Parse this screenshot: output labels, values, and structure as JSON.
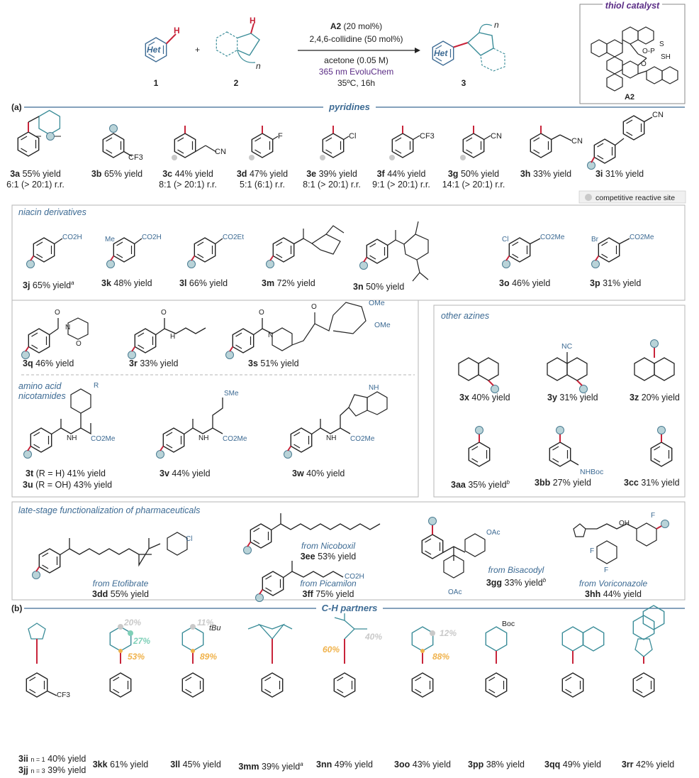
{
  "colors": {
    "accent_blue": "#3c6a93",
    "teal": "#3a8c98",
    "bond_red": "#c8243a",
    "dot": "#b9d3d8",
    "gray": "#c9c9c9",
    "orange": "#f0b24b",
    "mint": "#7fd0b8",
    "purple": "#5b2d86"
  },
  "scheme": {
    "het": "Het",
    "reactant1": "1",
    "reactant2": "2",
    "product": "3",
    "cat_label": "A2",
    "cat_loading": "(20 mol%)",
    "base": "2,4,6-collidine (50 mol%)",
    "solvent": "acetone (0.05 M)",
    "light": "365 nm EvoluChem",
    "temp": "35ºC, 16h",
    "plus": "+",
    "n": "n",
    "catalyst_box_title": "thiol catalyst",
    "catalyst_name": "A2"
  },
  "sections": {
    "a": "(a)",
    "pyridines": "pyridines",
    "niacin": "niacin derivatives",
    "other": "other azines",
    "amino_1": "amino acid",
    "amino_2": "nicotamides",
    "late": "late-stage functionalization of pharmaceuticals",
    "b": "(b)",
    "ch": "C-H partners",
    "legend": "competitive reactive site"
  },
  "pyridines": [
    {
      "id": "3a",
      "yield": "55% yield",
      "rr": "6:1 (> 20:1) r.r."
    },
    {
      "id": "3b",
      "yield": "65% yield"
    },
    {
      "id": "3c",
      "yield": "44% yield",
      "rr": "8:1 (> 20:1) r.r."
    },
    {
      "id": "3d",
      "yield": "47% yield",
      "rr": "5:1 (6:1) r.r."
    },
    {
      "id": "3e",
      "yield": "39% yield",
      "rr": "8:1 (> 20:1) r.r."
    },
    {
      "id": "3f",
      "yield": "44% yield",
      "rr": "9:1 (> 20:1) r.r."
    },
    {
      "id": "3g",
      "yield": "50% yield",
      "rr": "14:1 (> 20:1) r.r."
    },
    {
      "id": "3h",
      "yield": "33% yield"
    },
    {
      "id": "3i",
      "yield": "31% yield"
    }
  ],
  "py_subs": {
    "cf3": "CF3",
    "cn": "CN",
    "f": "F",
    "cl": "Cl"
  },
  "niacin": [
    {
      "id": "3j",
      "yield": "65% yield",
      "note": "a",
      "sub": "CO2H"
    },
    {
      "id": "3k",
      "yield": "48% yield",
      "sub": "CO2H",
      "sub2": "Me"
    },
    {
      "id": "3l",
      "yield": "66% yield",
      "sub": "CO2Et"
    },
    {
      "id": "3m",
      "yield": "72% yield"
    },
    {
      "id": "3n",
      "yield": "50% yield"
    },
    {
      "id": "3o",
      "yield": "46% yield",
      "sub": "CO2Me",
      "sub2": "Cl"
    },
    {
      "id": "3p",
      "yield": "31% yield",
      "sub": "CO2Me",
      "sub2": "Br"
    },
    {
      "id": "3q",
      "yield": "46% yield"
    },
    {
      "id": "3r",
      "yield": "33% yield"
    },
    {
      "id": "3s",
      "yield": "51% yield",
      "ome": "OMe"
    }
  ],
  "amino": [
    {
      "id": "3t",
      "cond": "(R = H)",
      "yield": "41% yield"
    },
    {
      "id": "3u",
      "cond": "(R = OH)",
      "yield": "43% yield"
    },
    {
      "id": "3v",
      "yield": "44% yield"
    },
    {
      "id": "3w",
      "yield": "40% yield"
    }
  ],
  "amino_subs": {
    "R": "R",
    "sme": "SMe",
    "nh": "NH",
    "ester": "CO2Me",
    "h": "H",
    "n": "N",
    "o": "O"
  },
  "azines": [
    {
      "id": "3x",
      "yield": "40% yield"
    },
    {
      "id": "3y",
      "yield": "31% yield",
      "sub": "NC"
    },
    {
      "id": "3z",
      "yield": "20% yield"
    },
    {
      "id": "3aa",
      "yield": "35% yield",
      "note": "b"
    },
    {
      "id": "3bb",
      "yield": "27% yield",
      "sub": "NHBoc"
    },
    {
      "id": "3cc",
      "yield": "31% yield"
    }
  ],
  "pharma": [
    {
      "id": "3dd",
      "from": "from Etofibrate",
      "yield": "55% yield"
    },
    {
      "id": "3ee",
      "from": "from Nicoboxil",
      "yield": "53% yield"
    },
    {
      "id": "3ff",
      "from": "from Picamilon",
      "yield": "75% yield"
    },
    {
      "id": "3gg",
      "from": "from Bisacodyl",
      "yield": "33% yield",
      "note": "b"
    },
    {
      "id": "3hh",
      "from": "from Voriconazole",
      "yield": "44% yield"
    }
  ],
  "pharma_subs": {
    "cl": "Cl",
    "co2h": "CO2H",
    "oac": "OAc",
    "oh": "OH",
    "f": "F"
  },
  "ch_partners": [
    {
      "id": "3ii",
      "cond": "n = 1",
      "yield": "40% yield"
    },
    {
      "id": "3jj",
      "cond": "n = 3",
      "yield": "39% yield"
    },
    {
      "id": "3kk",
      "yield": "61% yield",
      "p1": "20%",
      "p2": "27%",
      "p3": "53%"
    },
    {
      "id": "3ll",
      "yield": "45% yield",
      "p1": "11%",
      "p3": "89%",
      "sub": "tBu"
    },
    {
      "id": "3mm",
      "yield": "39% yield",
      "note": "a"
    },
    {
      "id": "3nn",
      "yield": "49% yield",
      "p1": "40%",
      "p3": "60%"
    },
    {
      "id": "3oo",
      "yield": "43% yield",
      "p1": "12%",
      "p3": "88%"
    },
    {
      "id": "3pp",
      "yield": "38% yield",
      "sub": "Boc"
    },
    {
      "id": "3qq",
      "yield": "49% yield"
    },
    {
      "id": "3rr",
      "yield": "42% yield"
    }
  ]
}
